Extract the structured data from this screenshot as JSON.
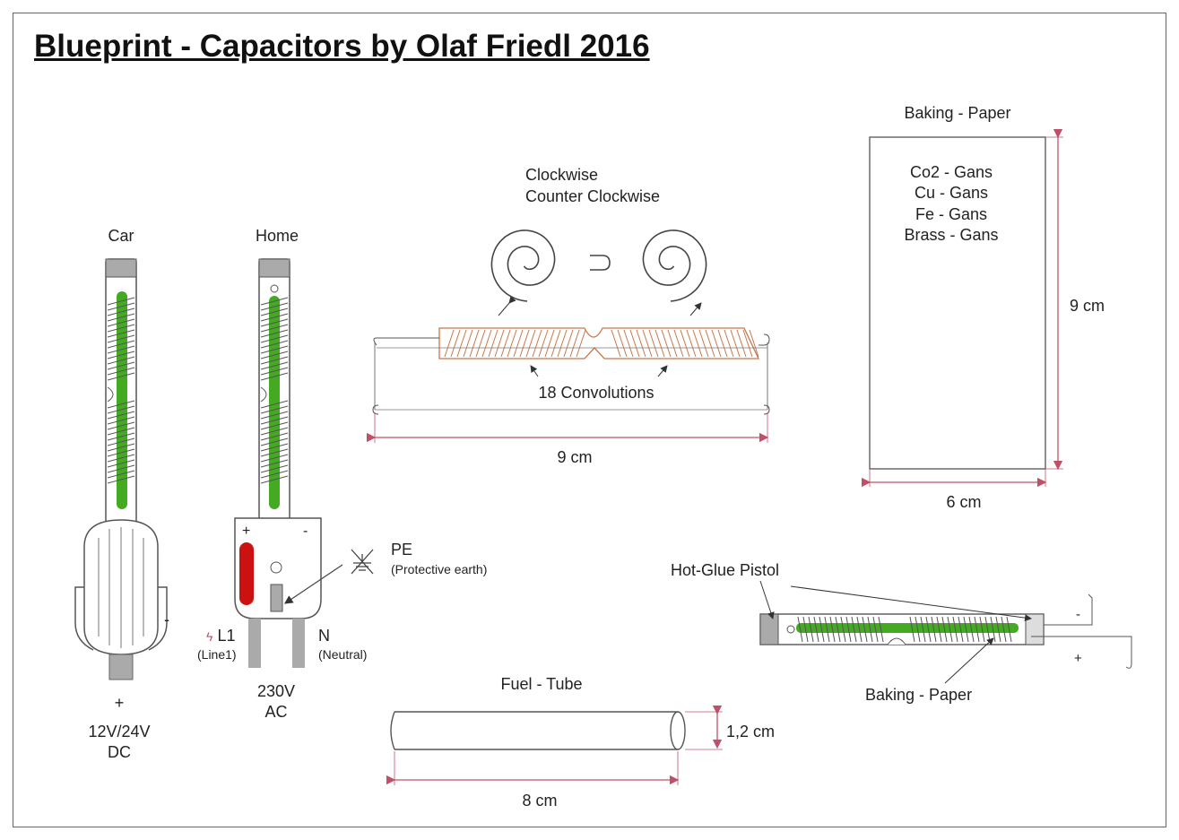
{
  "title": "Blueprint - Capacitors by Olaf Friedl 2016",
  "colors": {
    "line": "#555555",
    "dimension": "#c0506a",
    "coil_fill": "#44aa22",
    "red_slot": "#cc1111",
    "cap_grey": "#aaaaaa"
  },
  "car": {
    "label": "Car",
    "minus": "-",
    "plus": "+",
    "voltage_line1": "12V/24V",
    "voltage_line2": "DC"
  },
  "home": {
    "label": "Home",
    "plus": "+",
    "minus": "-",
    "l1_symbol": "ϟ",
    "l1_label": "L1",
    "l1_sub": "(Line1)",
    "n_label": "N",
    "n_sub": "(Neutral)",
    "pe_label": "PE",
    "pe_sub": "(Protective earth)",
    "voltage_line1": "230V",
    "voltage_line2": "AC"
  },
  "coil": {
    "clockwise": "Clockwise",
    "counter_clockwise": "Counter Clockwise",
    "convolutions": "18 Convolutions",
    "width": "9 cm"
  },
  "paper": {
    "title": "Baking - Paper",
    "gans": [
      "Co2 - Gans",
      "Cu - Gans",
      "Fe - Gans",
      "Brass - Gans"
    ],
    "height": "9 cm",
    "width": "6 cm"
  },
  "tube": {
    "title": "Fuel - Tube",
    "diameter": "1,2 cm",
    "length": "8 cm"
  },
  "assembly": {
    "glue_label": "Hot-Glue Pistol",
    "paper_label": "Baking - Paper",
    "minus": "-",
    "plus": "+"
  }
}
